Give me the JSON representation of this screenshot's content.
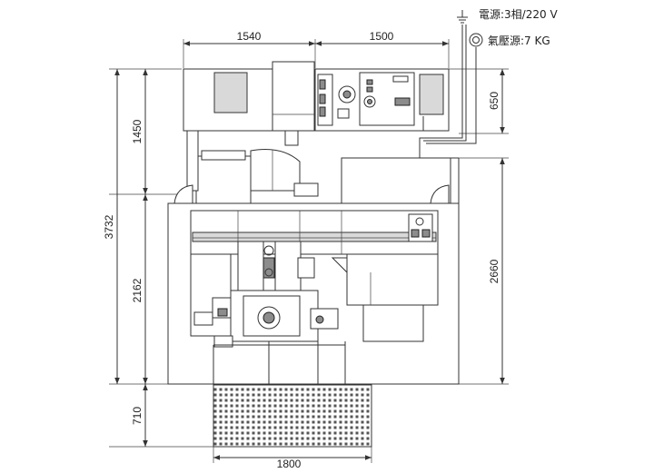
{
  "dimensions": {
    "top_left_width": "1540",
    "top_right_width": "1500",
    "right_top_height": "650",
    "right_lower_height": "2660",
    "left_total_height": "3732",
    "left_upper_height": "1450",
    "left_middle_height": "2162",
    "left_bottom_height": "710",
    "bottom_width": "1800"
  },
  "utilities": {
    "power": "電源:3相/220 V",
    "air": "氣壓源:7 KG"
  },
  "icons": {
    "power": "ground-symbol-icon",
    "air": "air-source-icon"
  }
}
